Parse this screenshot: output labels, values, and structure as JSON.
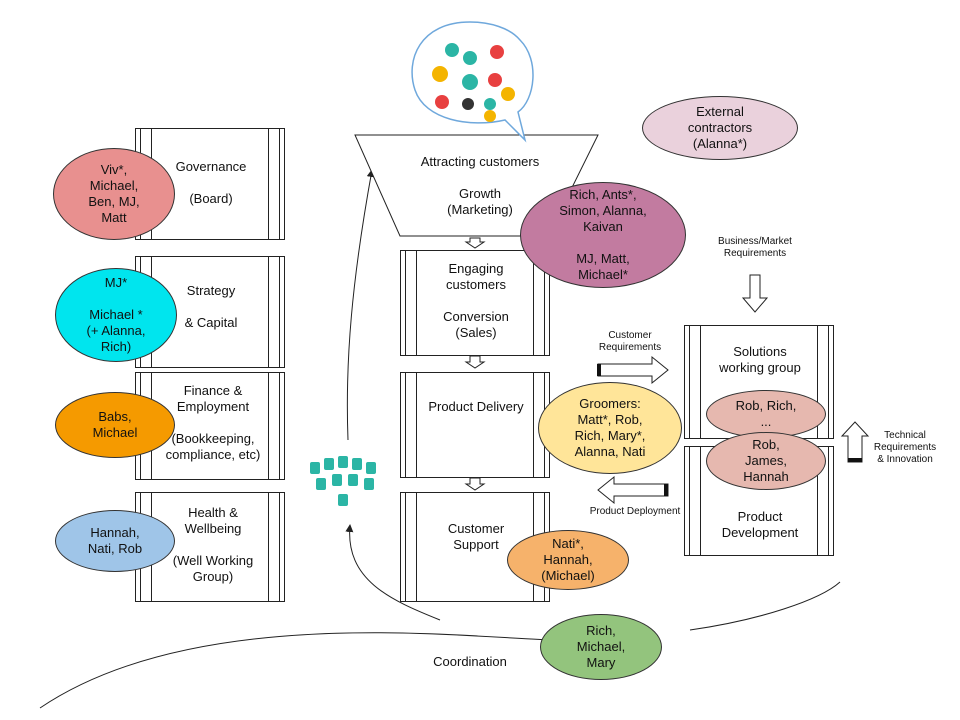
{
  "left_boxes": {
    "governance": {
      "title": "Governance",
      "subtitle": "(Board)"
    },
    "strategy": {
      "title": "Strategy",
      "subtitle": "& Capital"
    },
    "finance": {
      "title": "Finance &\nEmployment",
      "subtitle": "(Bookkeeping,\ncompliance, etc)"
    },
    "health": {
      "title": "Health &\nWellbeing",
      "subtitle": "(Well Working\nGroup)"
    }
  },
  "left_ovals": {
    "governance": "Viv*,\nMichael,\nBen, MJ,\nMatt",
    "strategy": "MJ*\n\nMichael *\n(+ Alanna,\nRich)",
    "finance": "Babs,\nMichael",
    "health": "Hannah,\nNati, Rob"
  },
  "funnel": {
    "title": "Attracting customers",
    "subtitle": "Growth\n(Marketing)"
  },
  "center_boxes": {
    "engaging": "Engaging\ncustomers\n\nConversion\n(Sales)",
    "delivery": "Product Delivery",
    "support": "Customer\nSupport"
  },
  "center_ovals": {
    "marketing": "Rich, Ants*,\nSimon, Alanna,\nKaivan\n\nMJ, Matt,\nMichael*",
    "groomers": "Groomers:\nMatt*, Rob,\nRich, Mary*,\nAlanna, Nati",
    "support": "Nati*,\nHannah,\n(Michael)",
    "coordination": "Rich,\nMichael,\nMary"
  },
  "external": "External\ncontractors\n(Alanna*)",
  "right_boxes": {
    "solutions": "Solutions\nworking group",
    "solutions_members": "Rob, Rich,\n...",
    "product_dev": "Product\nDevelopment",
    "product_dev_members": "Rob,\nJames,\nHannah"
  },
  "arrow_labels": {
    "business": "Business/Market\nRequirements",
    "customer_req": "Customer\nRequirements",
    "technical": "Technical\nRequirements\n& Innovation",
    "deployment": "Product Deployment"
  },
  "coordination_label": "Coordination",
  "colors": {
    "governance_oval": "#e8908f",
    "strategy_oval": "#00e5ee",
    "finance_oval": "#f59a00",
    "health_oval": "#9fc5e8",
    "marketing_oval": "#c27ba0",
    "groomers_oval": "#ffe599",
    "support_oval": "#f6b26b",
    "coordination_oval": "#93c47d",
    "external_oval": "#ead1dc",
    "members_oval": "#e6b8af"
  }
}
